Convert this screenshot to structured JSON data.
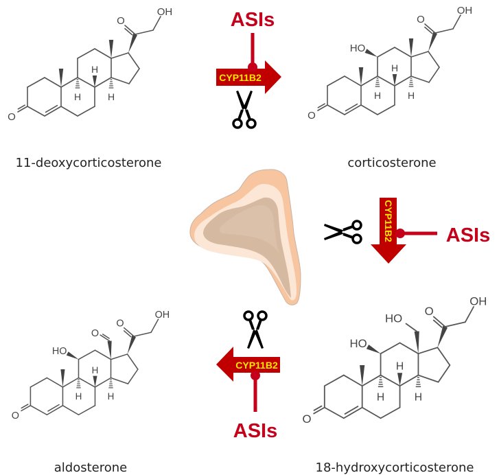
{
  "colors": {
    "inhibitor_red": "#c4001a",
    "arrow_red": "#c00000",
    "enzyme_text": "#ffe600",
    "bond_gray": "#555555",
    "gland_outer": "#f7c9a3",
    "gland_cortex": "#fbe5d3",
    "gland_medulla": "#d2b39a"
  },
  "molecules": [
    {
      "id": "deoxycorticosterone",
      "label": "11-deoxycorticosterone",
      "substituents": {
        "c11_oh": false,
        "c18": "methyl"
      }
    },
    {
      "id": "corticosterone",
      "label": "corticosterone",
      "substituents": {
        "c11_oh": true,
        "c18": "methyl"
      }
    },
    {
      "id": "aldosterone",
      "label": "aldosterone",
      "substituents": {
        "c11_oh": true,
        "c18": "aldehyde"
      }
    },
    {
      "id": "hydroxycorticosterone",
      "label": "18-hydroxycorticosterone",
      "substituents": {
        "c11_oh": true,
        "c18": "hydroxymethyl"
      }
    }
  ],
  "atoms": {
    "O": "O",
    "OH": "OH",
    "HO": "HO",
    "H": "H"
  },
  "steps": [
    {
      "id": "step-1",
      "enzyme": "CYP11B2",
      "inhibitor": "ASIs",
      "direction": "right",
      "from": "11-deoxycorticosterone",
      "to": "corticosterone"
    },
    {
      "id": "step-2",
      "enzyme": "CYP11B2",
      "inhibitor": "ASIs",
      "direction": "down",
      "from": "corticosterone",
      "to": "18-hydroxycorticosterone"
    },
    {
      "id": "step-3",
      "enzyme": "CYP11B2",
      "inhibitor": "ASIs",
      "direction": "left",
      "from": "18-hydroxycorticosterone",
      "to": "aldosterone"
    }
  ],
  "center_image": "adrenal-gland",
  "icons": {
    "cleavage": "scissors-icon"
  }
}
